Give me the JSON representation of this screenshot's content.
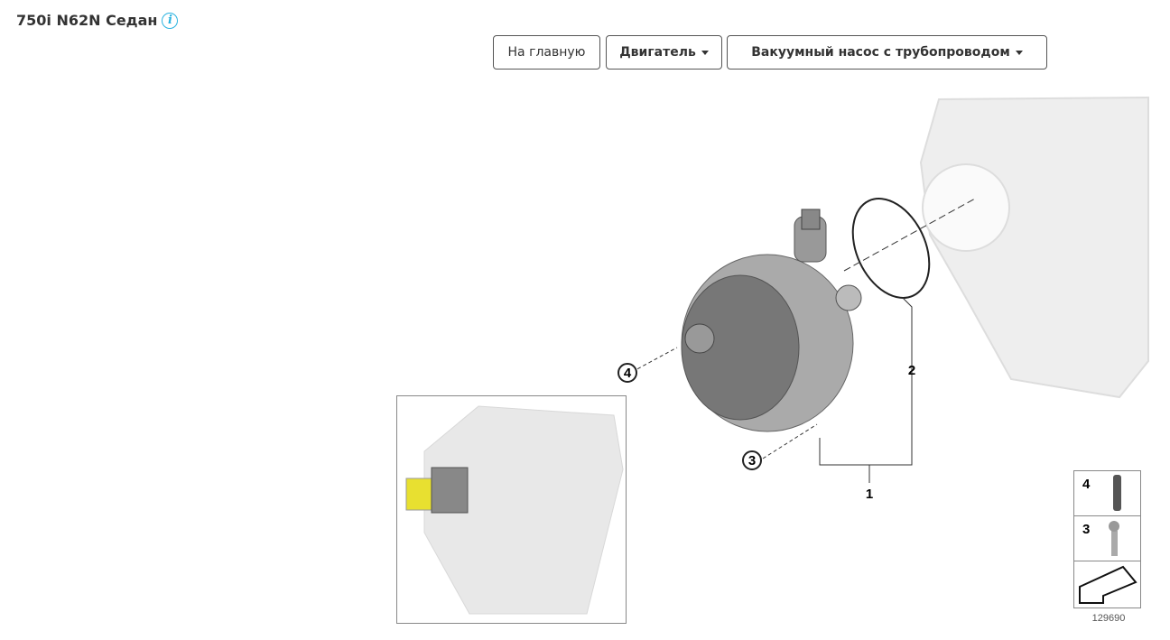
{
  "header": {
    "title": "750i N62N Седан",
    "info_icon": "i"
  },
  "nav": {
    "home": "На главную",
    "category": "Двигатель",
    "subcategory": "Вакуумный насос с трубопроводом"
  },
  "diagram": {
    "callouts": [
      "1",
      "2",
      "3",
      "4"
    ],
    "legend_items": [
      "4",
      "3"
    ],
    "image_number": "129690"
  }
}
